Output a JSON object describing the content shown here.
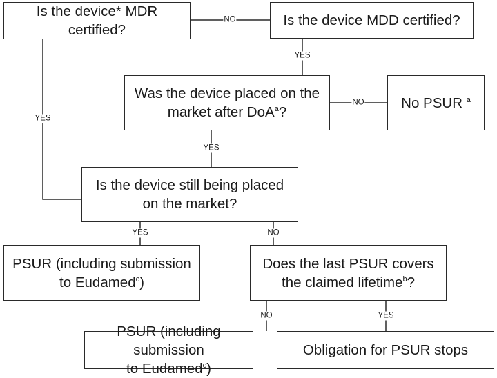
{
  "diagram": {
    "type": "flowchart",
    "nodes": {
      "mdr": {
        "text": "Is the device* MDR certified?",
        "line1": "Is the device* MDR",
        "line2": "certified?"
      },
      "mdd": {
        "text": "Is the device MDD certified?"
      },
      "placed_after": {
        "line1": "Was the device placed on the",
        "line2_pre": "market after DoA",
        "line2_sup": "a",
        "line2_post": "?"
      },
      "no_psur": {
        "text": "No PSUR ",
        "sup": "a"
      },
      "still_placed": {
        "line1": "Is the device still being placed",
        "line2": "on the market?"
      },
      "psur_left": {
        "line1": "PSUR (including submission",
        "line2_pre": "to Eudamed",
        "line2_sup": "c",
        "line2_post": ")"
      },
      "last_psur": {
        "line1": "Does the last PSUR covers",
        "line2_pre": "the claimed lifetime",
        "line2_sup": "b",
        "line2_post": "?"
      },
      "psur_bottom": {
        "line1": "PSUR (including submission",
        "line2_pre": "to Eudamed",
        "line2_sup": "c",
        "line2_post": ")"
      },
      "obligation": {
        "text": "Obligation for PSUR stops"
      }
    },
    "edges": [
      {
        "from": "mdr",
        "to": "mdd",
        "label": "NO"
      },
      {
        "from": "mdd",
        "to": "placed_after",
        "label": "YES"
      },
      {
        "from": "mdr",
        "to": "still_placed",
        "label": "YES"
      },
      {
        "from": "placed_after",
        "to": "no_psur",
        "label": "NO"
      },
      {
        "from": "placed_after",
        "to": "still_placed",
        "label": "YES"
      },
      {
        "from": "still_placed",
        "to": "psur_left",
        "label": "YES"
      },
      {
        "from": "still_placed",
        "to": "last_psur",
        "label": "NO"
      },
      {
        "from": "last_psur",
        "to": "psur_bottom",
        "label": "NO"
      },
      {
        "from": "last_psur",
        "to": "obligation",
        "label": "YES"
      }
    ]
  },
  "colors": {
    "line": "#2a2a2a",
    "background": "#ffffff",
    "text": "#1a1a1a"
  }
}
